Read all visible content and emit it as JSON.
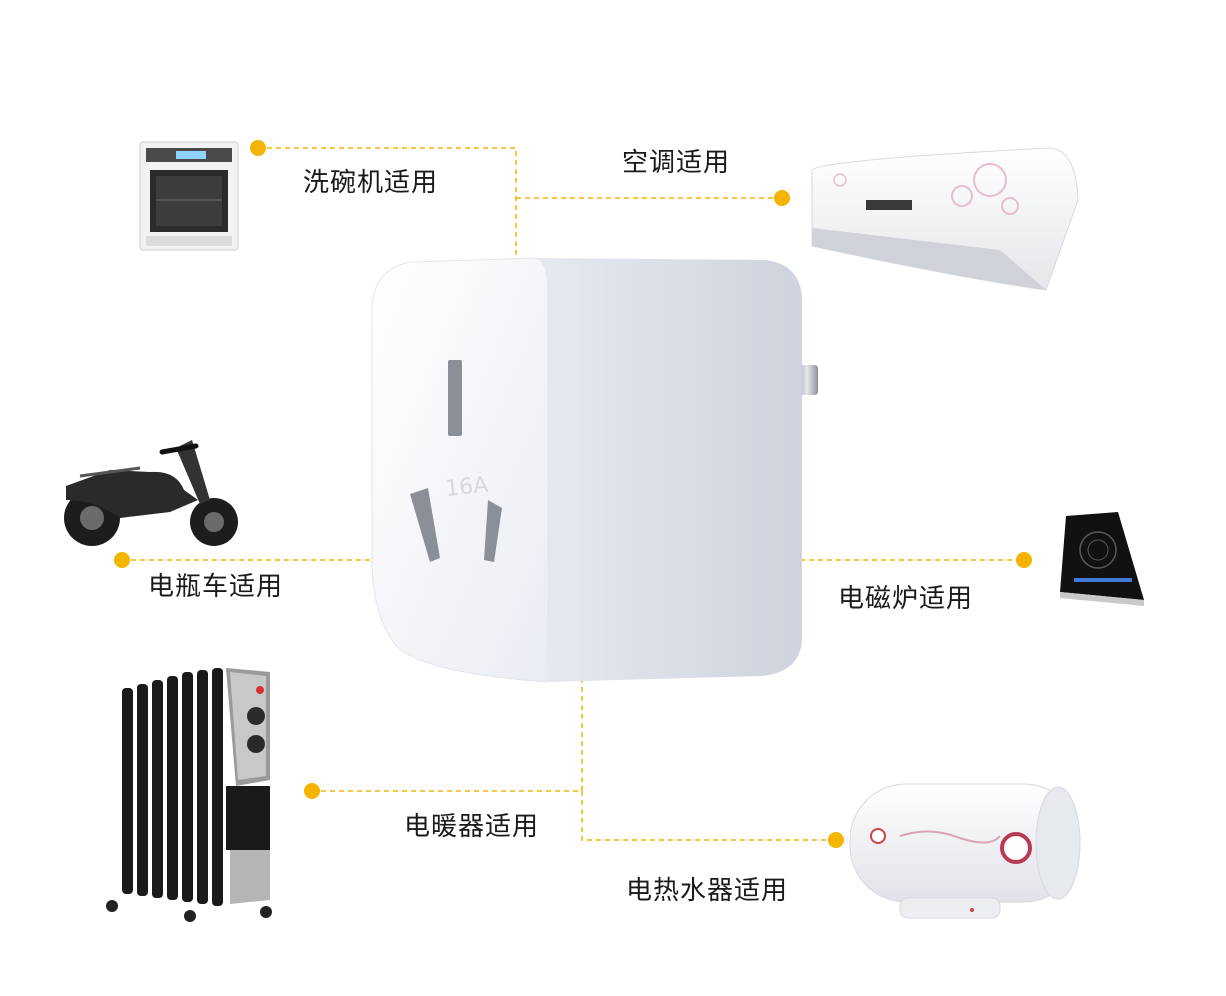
{
  "labels": {
    "dishwasher": "洗碗机适用",
    "air_conditioner": "空调适用",
    "ebike": "电瓶车适用",
    "induction_cooker": "电磁炉适用",
    "oil_heater": "电暖器适用",
    "water_heater": "电热水器适用"
  },
  "socket_rating": "16A",
  "colors": {
    "accent_dot": "#f5b400",
    "dashed_line": "#f5b400",
    "text": "#1a1a1a"
  }
}
